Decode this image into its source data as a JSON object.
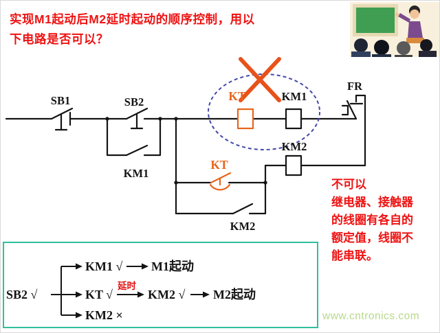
{
  "title": {
    "line1": "实现M1起动后M2延时起动的顺序控制，用以",
    "line2": "下电路是否可以？"
  },
  "circuit": {
    "sb1": "SB1",
    "sb2": "SB2",
    "km1_selflock": "KM1",
    "kt_coil": "KT",
    "km1_coil": "KM1",
    "fr": "FR",
    "km2_coil": "KM2",
    "kt_delay_contact": "KT",
    "km2_selflock": "KM2"
  },
  "note": {
    "lines": [
      "不可以",
      "继电器、接触器",
      "的线圈有各自的",
      "额定值，线圈不",
      "能串联。"
    ]
  },
  "flow": {
    "trigger": "SB2 √",
    "row1": {
      "step": "KM1 √",
      "result": "M1起动"
    },
    "row2": {
      "step": "KT √",
      "delay_label": "延时",
      "mid": "KM2 √",
      "result": "M2起动"
    },
    "row3": {
      "step": "KM2 ×"
    }
  },
  "watermark": "www.cntronics.com",
  "colors": {
    "question_red": "#ee1212",
    "circuit_orange": "#e8641b",
    "ellipse_blue": "#4348a8",
    "cross_orange": "#e8521a",
    "flow_box_teal": "#2fbf9b",
    "delay_red": "#e01010",
    "watermark_green": "#b8d98b"
  }
}
